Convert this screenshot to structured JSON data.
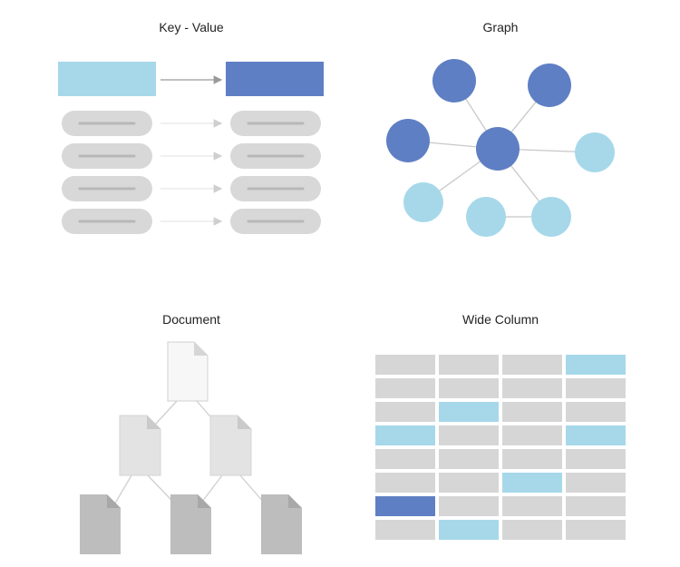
{
  "colors": {
    "light_blue": "#a6d8ea",
    "dark_blue": "#5f7fc4",
    "grey_pill": "#d8d8d8",
    "grey_line": "#b8b8b8",
    "grey_cell": "#d6d6d6",
    "doc_light": "#f7f7f7",
    "doc_mid": "#e3e3e3",
    "doc_dark": "#bdbdbd",
    "edge": "#c8c8c8"
  },
  "panels": {
    "key_value": {
      "title": "Key - Value",
      "rows": 4
    },
    "graph": {
      "title": "Graph"
    },
    "document": {
      "title": "Document"
    },
    "wide_column": {
      "title": "Wide Column",
      "columns": 4,
      "grid": [
        [
          "grey",
          "grey",
          "grey",
          "light"
        ],
        [
          "grey",
          "grey",
          "grey",
          "grey"
        ],
        [
          "grey",
          "light",
          "grey",
          "grey"
        ],
        [
          "light",
          "grey",
          "grey",
          "light"
        ],
        [
          "grey",
          "grey",
          "grey",
          "grey"
        ],
        [
          "grey",
          "grey",
          "light",
          "grey"
        ],
        [
          "dark",
          "grey",
          "grey",
          "grey"
        ],
        [
          "grey",
          "light",
          "grey",
          "grey"
        ]
      ]
    }
  }
}
